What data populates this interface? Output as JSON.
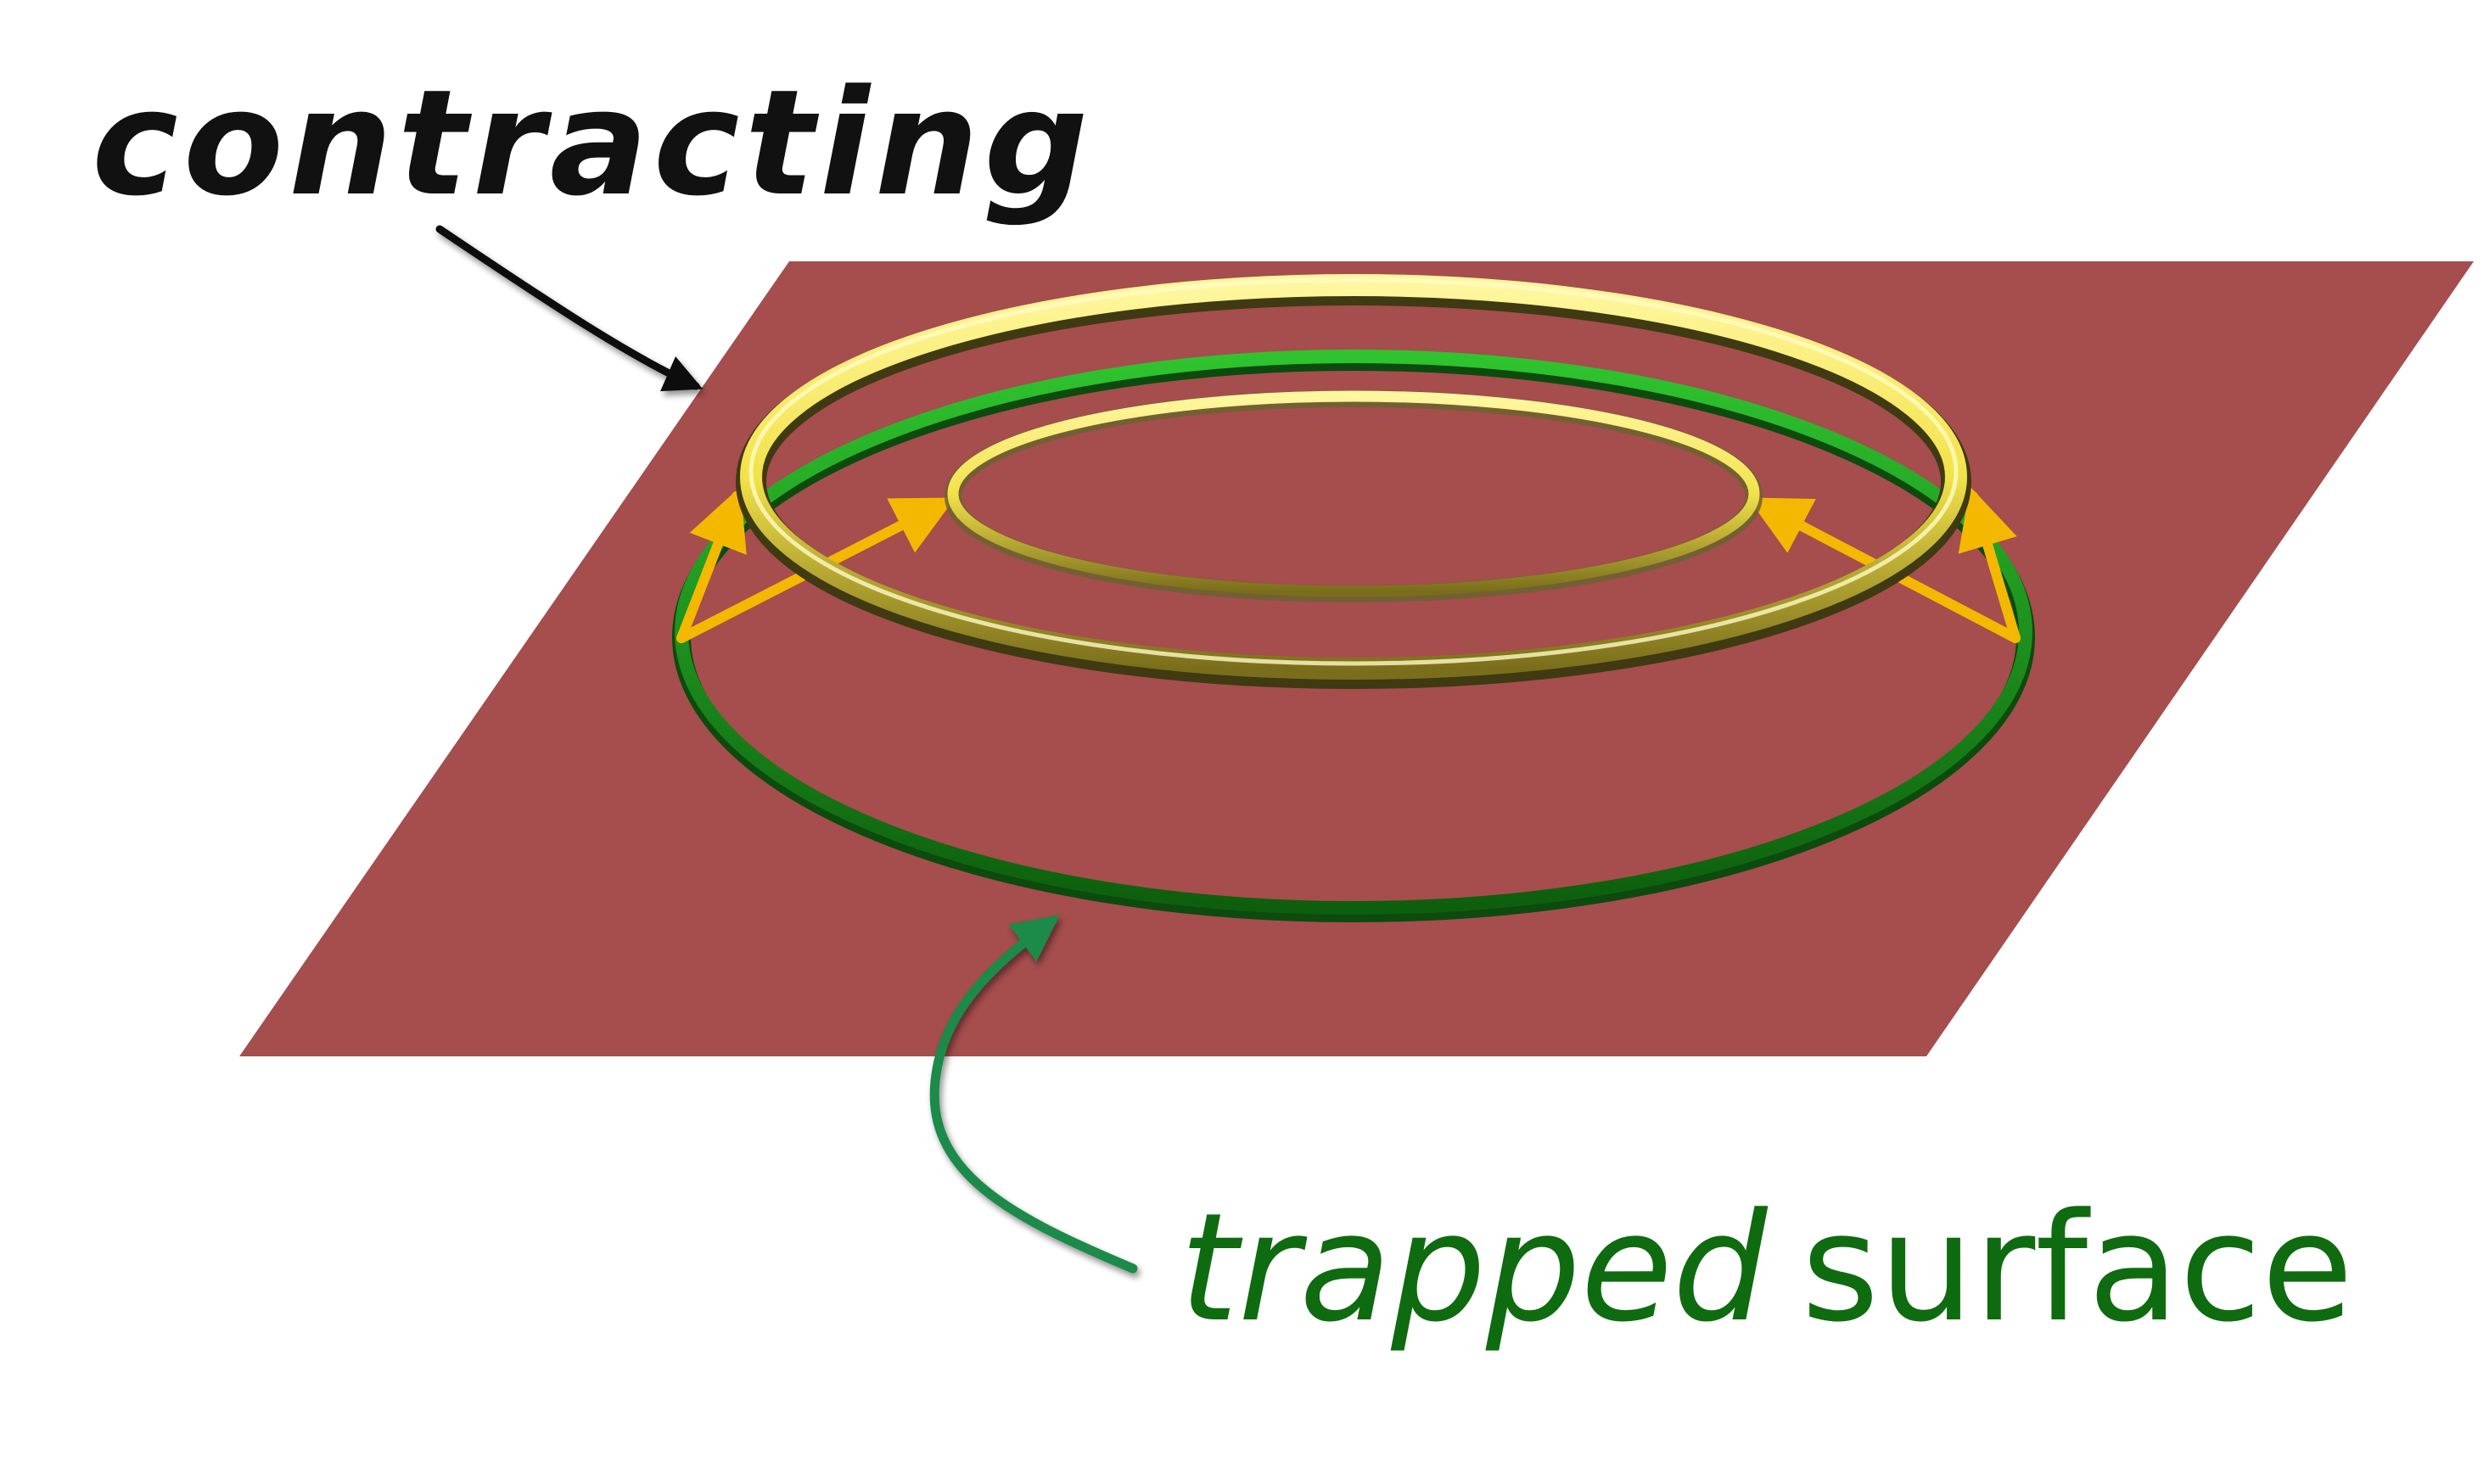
{
  "labels": {
    "contracting": "contracting",
    "trapped": "trapped",
    "surface": "surface"
  },
  "colors": {
    "background": "#ffffff",
    "plane": "#a64d4d",
    "trapped_surface": "#1a9c1a",
    "trapped_surface_dark": "#0d5e0d",
    "contracting_ring": "#f2e24a",
    "contracting_ring_dark": "#5c5418",
    "null_arrows": "#f5b800",
    "contracting_label": "#111111",
    "trapped_label": "#0f6b0f",
    "pointer_contracting": "#111111",
    "pointer_trapped": "#1a8a4a"
  },
  "icons": {
    "contracting_pointer": "arrow-pointer-icon",
    "trapped_pointer": "arrow-pointer-icon"
  }
}
